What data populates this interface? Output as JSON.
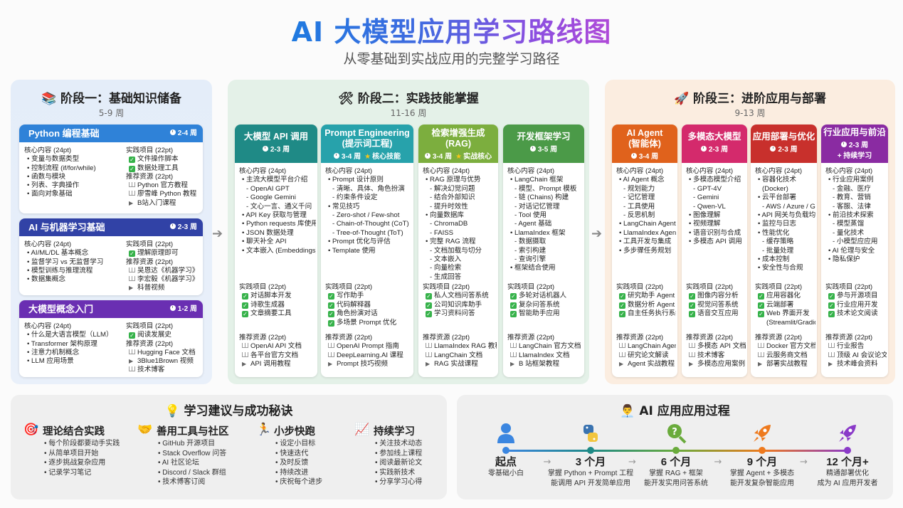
{
  "header": {
    "title": "AI 大模型应用学习路线图",
    "subtitle": "从零基础到实战应用的完整学习路径"
  },
  "labels": {
    "core": "核心内容 (24pt)",
    "practice": "实践项目 (22pt)",
    "resources": "推荐资源 (22pt)"
  },
  "stage1": {
    "icon": "books-icon",
    "title": "📚 阶段一：基础知识储备",
    "weeks": "5-9 周",
    "cards": [
      {
        "title": "Python 编程基础",
        "weeks": "2-4 周",
        "color": "#2f82d8",
        "core": [
          "变量与数据类型",
          "控制流程 (if/for/while)",
          "函数与模块",
          "列表、字典操作",
          "面向对象基础"
        ],
        "practice": [
          "文件操作脚本",
          "数据处理工具"
        ],
        "resources": [
          {
            "type": "book",
            "text": "Python 官方教程"
          },
          {
            "type": "book",
            "text": "廖雪峰 Python 教程"
          },
          {
            "type": "video",
            "text": "B站入门课程"
          }
        ]
      },
      {
        "title": "AI 与机器学习基础",
        "weeks": "2-3 周",
        "color": "#3142a6",
        "core": [
          "AI/ML/DL 基本概念",
          "监督学习 vs 无监督学习",
          "模型训练与推理流程",
          "数据集概念"
        ],
        "practice": [
          "理解原理即可"
        ],
        "resources": [
          {
            "type": "book",
            "text": "吴恩达《机器学习》"
          },
          {
            "type": "book",
            "text": "李宏毅《机器学习》"
          },
          {
            "type": "video",
            "text": "科普视频"
          }
        ]
      },
      {
        "title": "大模型概念入门",
        "weeks": "1-2 周",
        "color": "#6a2fb2",
        "core": [
          "什么是大语言模型（LLM）",
          "Transformer 架构原理",
          "注意力机制概念",
          "LLM 应用场景"
        ],
        "practice": [
          "阅读发展史"
        ],
        "resources": [
          {
            "type": "book",
            "text": "Hugging Face 文档"
          },
          {
            "type": "video",
            "text": "3Blue1Brown 视频"
          },
          {
            "type": "book",
            "text": "技术博客"
          }
        ]
      }
    ]
  },
  "stage2": {
    "title": "🛠 阶段二：实践技能掌握",
    "weeks": "11-16 周",
    "cards": [
      {
        "title": "大模型 API 调用",
        "sub": "",
        "weeks": "2-3 周",
        "color": "#1f8a86",
        "core": [
          "主流大模型平台介绍",
          "- OpenAI GPT",
          "- Google Gemini",
          "- 文心一言、通义千问",
          "API Key 获取与管理",
          "Python requests 库使用",
          "JSON 数据处理",
          "聊天补全 API",
          "文本嵌入 (Embeddings)"
        ],
        "practice": [
          "对话脚本开发",
          "诗歌生成器",
          "文章摘要工具"
        ],
        "resources": [
          {
            "type": "book",
            "text": "OpenAI API 文档"
          },
          {
            "type": "book",
            "text": "各平台官方文档"
          },
          {
            "type": "video",
            "text": "API 调用教程"
          }
        ]
      },
      {
        "title": "Prompt Engineering",
        "sub": "(提示词工程)",
        "weeks": "3-4 周",
        "badge": "核心技能",
        "color": "#27a2ab",
        "core": [
          "Prompt 设计原则",
          "- 清晰、具体、角色扮演",
          "- 约束条件设定",
          "常见技巧",
          "- Zero-shot / Few-shot",
          "- Chain-of-Thought (CoT)",
          "- Tree-of-Thought (ToT)",
          "Prompt 优化与评估",
          "Template 使用"
        ],
        "practice": [
          "写作助手",
          "代码解释器",
          "角色扮演对话",
          "多场景 Prompt 优化"
        ],
        "resources": [
          {
            "type": "book",
            "text": "OpenAI Prompt 指南"
          },
          {
            "type": "book",
            "text": "DeepLearning.AI 课程"
          },
          {
            "type": "video",
            "text": "Prompt 技巧视频"
          }
        ]
      },
      {
        "title": "检索增强生成",
        "sub": "(RAG)",
        "weeks": "3-4 周",
        "badge": "实战核心",
        "color": "#7cae3e",
        "core": [
          "RAG 原理与优势",
          "- 解决幻觉问题",
          "- 结合外部知识",
          "- 提升时效性",
          "向量数据库",
          "- ChromaDB",
          "- FAISS",
          "完整 RAG 流程",
          "- 文档加载与切分",
          "- 文本嵌入",
          "- 向量检索",
          "- 生成回答"
        ],
        "practice": [
          "私人文档问答系统",
          "公司知识库助手",
          "学习资料问答"
        ],
        "resources": [
          {
            "type": "book",
            "text": "LlamaIndex RAG 教程"
          },
          {
            "type": "book",
            "text": "LangChain 文档"
          },
          {
            "type": "video",
            "text": "RAG 实战课程"
          }
        ]
      },
      {
        "title": "开发框架学习",
        "sub": "",
        "weeks": "3-5 周",
        "color": "#4b9a48",
        "core": [
          "LangChain 框架",
          "- 模型、Prompt 模板",
          "- 链 (Chains) 构建",
          "- 对话记忆管理",
          "- Tool 使用",
          "- Agent 基础",
          "LlamaIndex 框架",
          "- 数据摄取",
          "- 索引构建",
          "- 查询引擎",
          "框架结合使用"
        ],
        "practice": [
          "多轮对话机器人",
          "复杂问答系统",
          "智能助手应用"
        ],
        "resources": [
          {
            "type": "book",
            "text": "LangChain 官方文档"
          },
          {
            "type": "book",
            "text": "LlamaIndex 文档"
          },
          {
            "type": "video",
            "text": "B 站框架教程"
          }
        ]
      }
    ]
  },
  "stage3": {
    "title": "🚀 阶段三：进阶应用与部署",
    "weeks": "9-13 周",
    "cards": [
      {
        "title": "AI Agent",
        "sub": "(智能体)",
        "weeks": "3-4 周",
        "color": "#e0621c",
        "core": [
          "AI Agent 概念",
          "- 规划能力",
          "- 记忆管理",
          "- 工具使用",
          "- 反思机制",
          "LangChain Agents",
          "LlamaIndex Agents",
          "工具开发与集成",
          "多步骤任务规划"
        ],
        "practice": [
          "研究助手 Agent",
          "数据分析 Agent",
          "自主任务执行系统"
        ],
        "resources": [
          {
            "type": "book",
            "text": "LangChain Agents 文档"
          },
          {
            "type": "book",
            "text": "研究论文解读"
          },
          {
            "type": "video",
            "text": "Agent 实战教程"
          }
        ]
      },
      {
        "title": "多模态大模型",
        "sub": "",
        "weeks": "2-3 周",
        "color": "#d42a6c",
        "core": [
          "多模态模型介绍",
          "- GPT-4V",
          "- Gemini",
          "- Qwen-VL",
          "图像理解",
          "视频理解",
          "语音识别与合成",
          "多模态 API 调用"
        ],
        "practice": [
          "图像内容分析",
          "视觉问答系统",
          "语音交互应用"
        ],
        "resources": [
          {
            "type": "book",
            "text": "多模态 API 文档"
          },
          {
            "type": "book",
            "text": "技术博客"
          },
          {
            "type": "video",
            "text": "多模态应用案例"
          }
        ]
      },
      {
        "title": "应用部署与优化",
        "sub": "",
        "weeks": "2-3 周",
        "color": "#c8302c",
        "core": [
          "容器化技术",
          "(Docker)",
          "云平台部署",
          "- AWS / Azure / GCP",
          "API 网关与负载均衡",
          "监控与日志",
          "性能优化",
          "- 缓存策略",
          "- 批量处理",
          "成本控制",
          "安全性与合规"
        ],
        "practice": [
          "应用容器化",
          "云端部署",
          "Web 界面开发",
          "(Streamlit/Gradio)"
        ],
        "resources": [
          {
            "type": "book",
            "text": "Docker 官方文档"
          },
          {
            "type": "book",
            "text": "云服务商文档"
          },
          {
            "type": "video",
            "text": "部署实战教程"
          }
        ]
      },
      {
        "title": "行业应用与前沿",
        "sub": "",
        "weeks": "2-3 周",
        "extra": "+ 持续学习",
        "color": "#8a2ba2",
        "core": [
          "行业应用案例",
          "- 金融、医疗",
          "- 教育、营销",
          "- 客服、法律",
          "前沿技术探索",
          "- 模型蒸馏",
          "- 量化技术",
          "- 小模型应应用",
          "AI 伦理与安全",
          "隐私保护"
        ],
        "practice": [
          "参与开源项目",
          "行业应用开发",
          "技术论文阅读"
        ],
        "resources": [
          {
            "type": "book",
            "text": "行业报告"
          },
          {
            "type": "book",
            "text": "顶级 AI 会议论文"
          },
          {
            "type": "video",
            "text": "技术峰会资料"
          }
        ]
      }
    ]
  },
  "tips": {
    "title": "💡 学习建议与成功秘诀",
    "groups": [
      {
        "icon": "🎯",
        "title": "理论结合实践",
        "items": [
          "每个阶段都要动手实践",
          "从简单项目开始",
          "逐步挑战复杂应用",
          "记录学习笔记"
        ]
      },
      {
        "icon": "🤝",
        "title": "善用工具与社区",
        "items": [
          "GitHub 开源项目",
          "Stack Overflow 问答",
          "AI 社区论坛",
          "Discord / Slack 群组",
          "技术博客订阅"
        ]
      },
      {
        "icon": "🏃",
        "title": "小步快跑",
        "items": [
          "设定小目标",
          "快速迭代",
          "及时反馈",
          "持续改进",
          "庆祝每个进步"
        ]
      },
      {
        "icon": "📈",
        "title": "持续学习",
        "items": [
          "关注技术动态",
          "参加线上课程",
          "阅读最新论文",
          "实践新技术",
          "分享学习心得"
        ]
      }
    ]
  },
  "timeline": {
    "title": "👨‍💼 AI 应用应用过程",
    "milestones": [
      {
        "label": "起点",
        "desc": [
          "零基础小白"
        ],
        "color": "#3b86e0",
        "icon": "person-icon"
      },
      {
        "label": "3 个月",
        "desc": [
          "掌握 Python + Prompt 工程",
          "能调用 API 开发简单应用"
        ],
        "color": "#1f8a86",
        "icon": "python-icon"
      },
      {
        "label": "6 个月",
        "desc": [
          "掌握 RAG + 框架",
          "能开发实用问答系统"
        ],
        "color": "#6aab3c",
        "icon": "search-question-icon"
      },
      {
        "label": "9 个月",
        "desc": [
          "掌握 Agent + 多模态",
          "能开发复杂智能应用"
        ],
        "color": "#ee7a1e",
        "icon": "rocket-icon"
      },
      {
        "label": "12 个月+",
        "desc": [
          "精通部署优化",
          "成为 AI 应用开发者"
        ],
        "color": "#8a3ac8",
        "icon": "rocket-icon"
      }
    ],
    "arrow": "→"
  }
}
